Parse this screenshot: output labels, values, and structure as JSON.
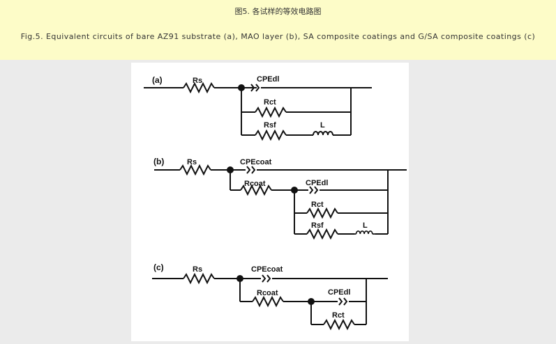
{
  "caption": {
    "title_cn": "图5. 各试样的等效电路图",
    "title_en": "Fig.5. Equivalent circuits of bare AZ91 substrate (a), MAO layer (b), SA composite coatings and G/SA composite coatings (c)"
  },
  "circuits": {
    "a": {
      "panel": "(a)",
      "rs": "Rs",
      "cpe_dl": "CPEdl",
      "rct": "Rct",
      "rsf": "Rsf",
      "l": "L"
    },
    "b": {
      "panel": "(b)",
      "rs": "Rs",
      "cpe_coat": "CPEcoat",
      "rcoat": "Rcoat",
      "cpe_dl": "CPEdl",
      "rct": "Rct",
      "rsf": "Rsf",
      "l": "L"
    },
    "c": {
      "panel": "(c)",
      "rs": "Rs",
      "cpe_coat": "CPEcoat",
      "rcoat": "Rcoat",
      "cpe_dl": "CPEdl",
      "rct": "Rct"
    }
  }
}
